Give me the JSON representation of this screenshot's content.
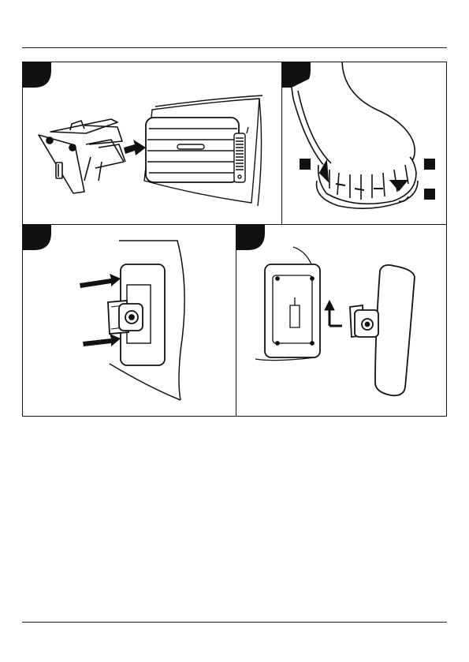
{
  "page": {
    "header_rule": true,
    "footer_rule": true
  },
  "panels": [
    {
      "id": "step-1",
      "illustration": "vent-clip-attach",
      "icon": "arrow-right-icon"
    },
    {
      "id": "step-2",
      "illustration": "suction-cup-lock",
      "icon": "rotate-arrow-icon"
    },
    {
      "id": "step-3",
      "illustration": "adhesive-plate-press",
      "icon": "arrow-right-icon"
    },
    {
      "id": "step-4",
      "illustration": "holder-slide-on",
      "icon": "arrow-up-icon"
    }
  ],
  "colors": {
    "line": "#111111",
    "tab": "#111111",
    "paper": "#ffffff"
  }
}
